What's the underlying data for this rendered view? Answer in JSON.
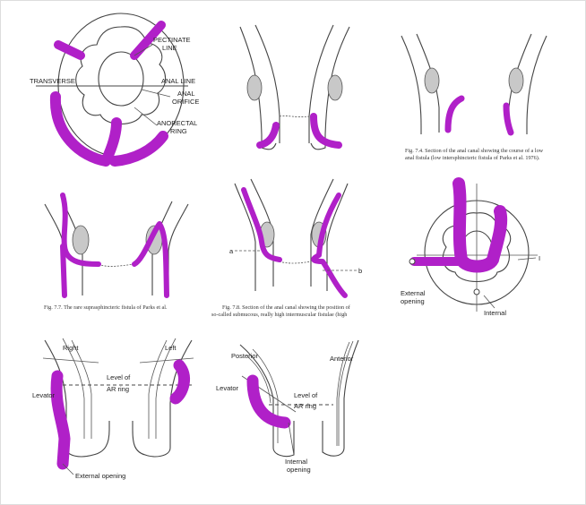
{
  "colors": {
    "fistula": "#b020c8",
    "line": "#444444",
    "muscle": "#c8c8c8",
    "background": "#ffffff"
  },
  "panel1": {
    "labels": {
      "pectinate_line": "PECTINATE",
      "pectinate_line2": "LINE",
      "transverse": "TRANSVERSE",
      "anal_line": "ANAL LINE",
      "anal_orifice": "ANAL",
      "anal_orifice2": "ORIFICE",
      "anorectal_ring": "ANORECTAL",
      "anorectal_ring2": "RING"
    }
  },
  "panel3": {
    "caption_line1": "Fig. 7.4.  Section of the anal canal showing the course of a low",
    "caption_line2": "anal fistula (low intersphincteric fistula of Parks et al. 1976)."
  },
  "panel4": {
    "caption": "Fig. 7.7.  The rare suprasphincteric fistula of Parks et al."
  },
  "panel5": {
    "label_a": "a",
    "label_b": "b",
    "caption_line1": "Fig. 7.8.  Section of the anal canal showing the position of",
    "caption_line2": "so-called submucous, really high intermuscular fistulae (high"
  },
  "panel6": {
    "label_i": "I",
    "external_opening": "External",
    "external_opening2": "opening",
    "internal": "Internal"
  },
  "panel7": {
    "right": "Right",
    "left": "Left",
    "levator": "Levator",
    "level_of": "Level of",
    "ar_ring": "AR ring",
    "external_opening": "External opening"
  },
  "panel8": {
    "posterior": "Posterior",
    "anterior": "Anterior",
    "levator": "Levator",
    "level_of": "Level of",
    "ar_ring": "AR ring",
    "internal_opening": "Internal",
    "internal_opening2": "opening"
  }
}
